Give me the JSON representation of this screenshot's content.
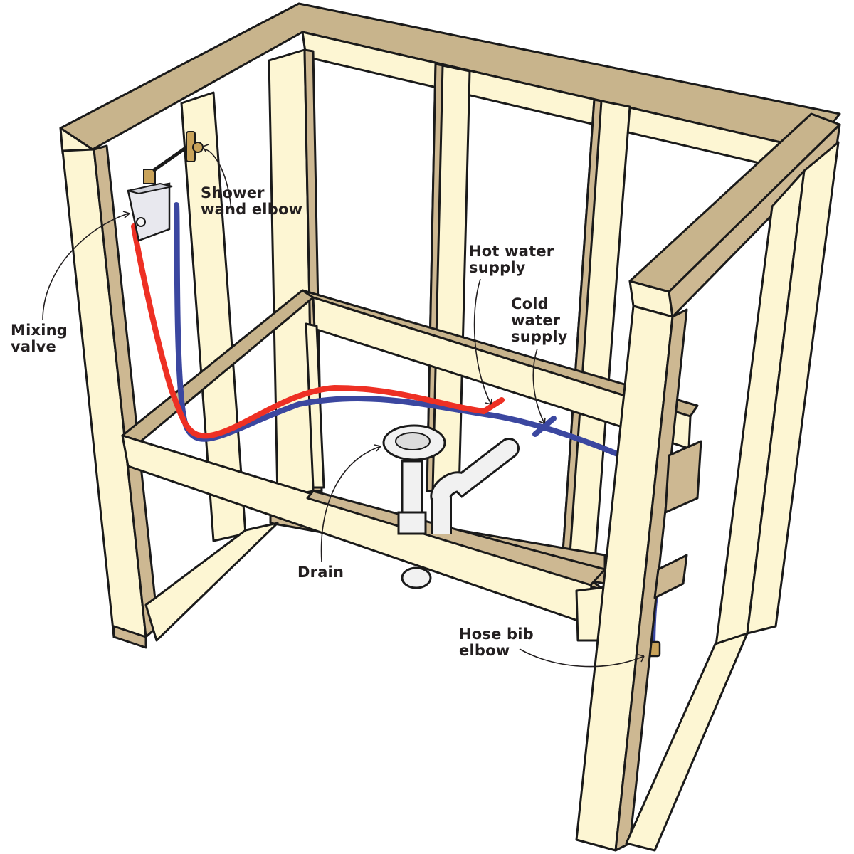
{
  "title": "Shower/tub rough-in framing with plumbing",
  "colors": {
    "lumber_face": "#fdf6d3",
    "lumber_side": "#cdb892",
    "hot_pipe": "#ee3024",
    "cold_pipe": "#3b47a0",
    "brass": "#c9a35a",
    "outline": "#1a1a1a"
  },
  "labels": {
    "shower_wand_elbow": "Shower\nwand elbow",
    "mixing_valve": "Mixing\nvalve",
    "hot_water_supply": "Hot water\nsupply",
    "cold_water_supply": "Cold\nwater\nsupply",
    "drain": "Drain",
    "hose_bib_elbow": "Hose bib\nelbow"
  }
}
